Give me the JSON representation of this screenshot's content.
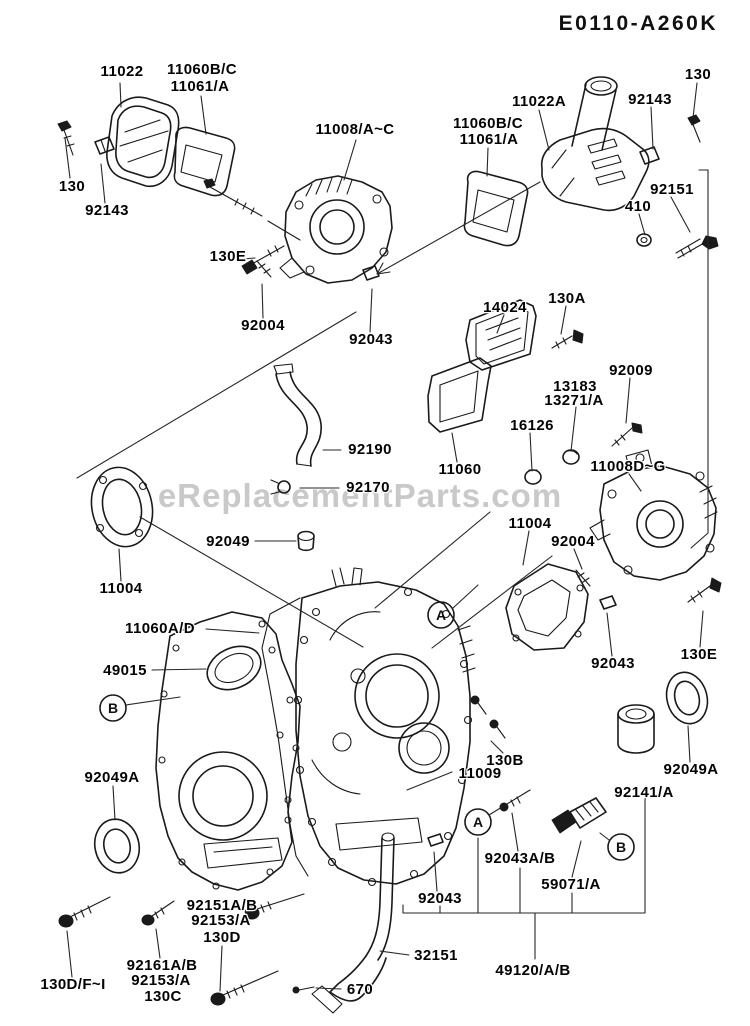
{
  "page": {
    "title": "E0110-A260K",
    "watermark": "eReplacementParts.com",
    "background_color": "#ffffff",
    "line_color": "#1a1a1a",
    "label_color": "#030303",
    "watermark_color": "#c9c9c9"
  },
  "labels": [
    {
      "text": "11022"
    },
    {
      "text": "11060B/C"
    },
    {
      "text": "11061/A"
    },
    {
      "text": "11008/A~C"
    },
    {
      "text": "130"
    },
    {
      "text": "92143"
    },
    {
      "text": "11022A"
    },
    {
      "text": "92143"
    },
    {
      "text": "130"
    },
    {
      "text": "11060B/C"
    },
    {
      "text": "11061/A"
    },
    {
      "text": "92151"
    },
    {
      "text": "410"
    },
    {
      "text": "130E"
    },
    {
      "text": "92004"
    },
    {
      "text": "92043"
    },
    {
      "text": "14024"
    },
    {
      "text": "130A"
    },
    {
      "text": "92009"
    },
    {
      "text": "13183"
    },
    {
      "text": "13271/A"
    },
    {
      "text": "16126"
    },
    {
      "text": "11060"
    },
    {
      "text": "11008D~G"
    },
    {
      "text": "92190"
    },
    {
      "text": "92170"
    },
    {
      "text": "92049"
    },
    {
      "text": "11004"
    },
    {
      "text": "11060A/D"
    },
    {
      "text": "49015"
    },
    {
      "text": "11004"
    },
    {
      "text": "92004"
    },
    {
      "text": "92043"
    },
    {
      "text": "130E"
    },
    {
      "text": "92049A"
    },
    {
      "text": "92049A"
    },
    {
      "text": "92141/A"
    },
    {
      "text": "130B"
    },
    {
      "text": "11009"
    },
    {
      "text": "92043A/B"
    },
    {
      "text": "59071/A"
    },
    {
      "text": "92043"
    },
    {
      "text": "92151A/B"
    },
    {
      "text": "92153/A"
    },
    {
      "text": "130D"
    },
    {
      "text": "92161A/B"
    },
    {
      "text": "92153/A"
    },
    {
      "text": "130C"
    },
    {
      "text": "130D/F~I"
    },
    {
      "text": "32151"
    },
    {
      "text": "49120/A/B"
    },
    {
      "text": "670"
    }
  ],
  "markers": [
    {
      "letter": "A"
    },
    {
      "letter": "B"
    },
    {
      "letter": "A"
    },
    {
      "letter": "B"
    }
  ]
}
